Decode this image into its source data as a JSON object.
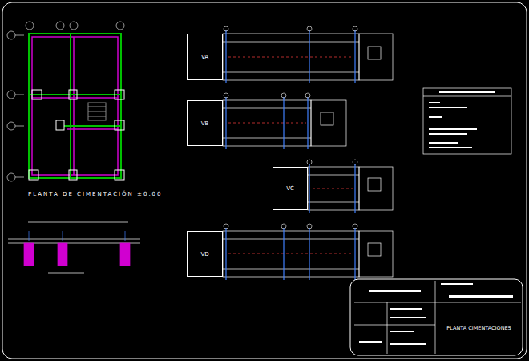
{
  "diagram": {
    "title": "PLANTA DE CIMENTACIÓN ±0.00",
    "nodes": [
      {
        "text": [
          "VA"
        ]
      },
      {
        "text": [
          "VB"
        ]
      },
      {
        "text": [
          "VC"
        ]
      },
      {
        "text": [
          "VD"
        ]
      },
      {
        "text": [
          "PLANTA CIMENTACIONES"
        ]
      }
    ]
  }
}
